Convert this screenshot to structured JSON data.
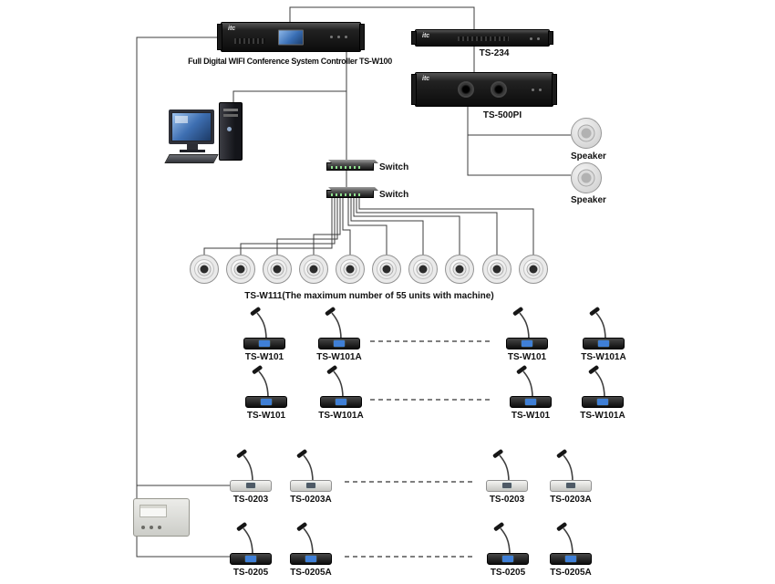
{
  "colors": {
    "wire_line": "#3c3c3c",
    "dashed_line": "#555555",
    "screen_blue": "#3f7fd6",
    "device_dark": "#141414"
  },
  "controller": {
    "brand": "itc",
    "label": "Full Digital WIFI Conference System Controller TS-W100"
  },
  "ts234": {
    "brand": "itc",
    "label": "TS-234"
  },
  "ts500pi": {
    "brand": "itc",
    "label": "TS-500PI"
  },
  "speaker_top": {
    "label": "Speaker"
  },
  "speaker_bottom": {
    "label": "Speaker"
  },
  "switch_top": {
    "label": "Switch"
  },
  "switch_bottom": {
    "label": "Switch"
  },
  "wifi_units": {
    "count": 10,
    "caption": "TS-W111(The maximum number of 55 units with machine)"
  },
  "mic_rows": [
    {
      "mics": [
        {
          "label": "TS-W101"
        },
        {
          "label": "TS-W101A"
        },
        {
          "label": "TS-W101"
        },
        {
          "label": "TS-W101A"
        }
      ]
    },
    {
      "mics": [
        {
          "label": "TS-W101"
        },
        {
          "label": "TS-W101A"
        },
        {
          "label": "TS-W101"
        },
        {
          "label": "TS-W101A"
        }
      ]
    },
    {
      "mics": [
        {
          "label": "TS-0203"
        },
        {
          "label": "TS-0203A"
        },
        {
          "label": "TS-0203"
        },
        {
          "label": "TS-0203A"
        }
      ]
    },
    {
      "mics": [
        {
          "label": "TS-0205"
        },
        {
          "label": "TS-0205A"
        },
        {
          "label": "TS-0205"
        },
        {
          "label": "TS-0205A"
        }
      ]
    }
  ]
}
